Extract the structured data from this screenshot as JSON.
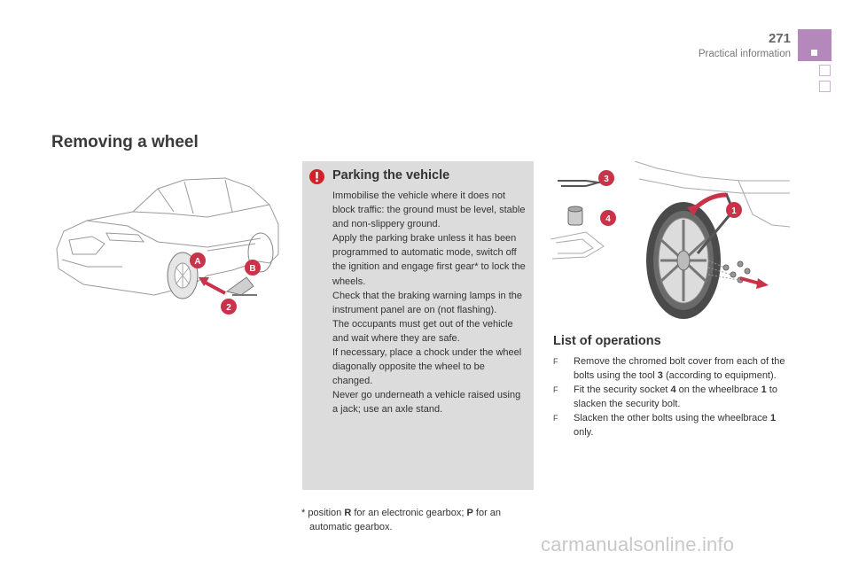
{
  "header": {
    "page_number": "271",
    "section": "Practical information"
  },
  "title": "Removing a wheel",
  "figure_car": {
    "callouts": [
      "A",
      "B",
      "2"
    ]
  },
  "warning": {
    "icon": "exclamation-icon",
    "title": "Parking the vehicle",
    "paragraphs": [
      "Immobilise the vehicle where it does not block traffic: the ground must be level, stable and non-slippery ground.",
      "Apply the parking brake unless it has been programmed to automatic mode, switch off the ignition and engage first gear* to lock the wheels.",
      "Check that the braking warning lamps in the instrument panel are on (not flashing).",
      "The occupants must get out of the vehicle and wait where they are safe.",
      "If necessary, place a chock under the wheel diagonally opposite the wheel to be changed.",
      "Never go underneath a vehicle raised using a jack; use an axle stand."
    ]
  },
  "footnote": {
    "star": "*",
    "pre": " position ",
    "r": "R",
    "mid": " for an electronic gearbox; ",
    "p": "P",
    "post1": " for an",
    "post2": "automatic gearbox."
  },
  "figure_wheel": {
    "callouts": [
      "3",
      "4",
      "1"
    ]
  },
  "list": {
    "title": "List of operations",
    "bullet": "F",
    "items": [
      {
        "a": "Remove the chromed bolt cover from each of the bolts using the tool ",
        "b": "3",
        "c": " (according to equipment)."
      },
      {
        "a": "Fit the security socket ",
        "b": "4",
        "c": " on the wheelbrace ",
        "d": "1",
        "e": " to slacken the security bolt."
      },
      {
        "a": "Slacken the other bolts using the wheelbrace ",
        "b": "1",
        "c": " only."
      }
    ]
  },
  "watermark": "carmanualsonline.info",
  "colors": {
    "accent": "#b488bb",
    "callout": "#c8334a",
    "panel": "#dcdcdc"
  }
}
